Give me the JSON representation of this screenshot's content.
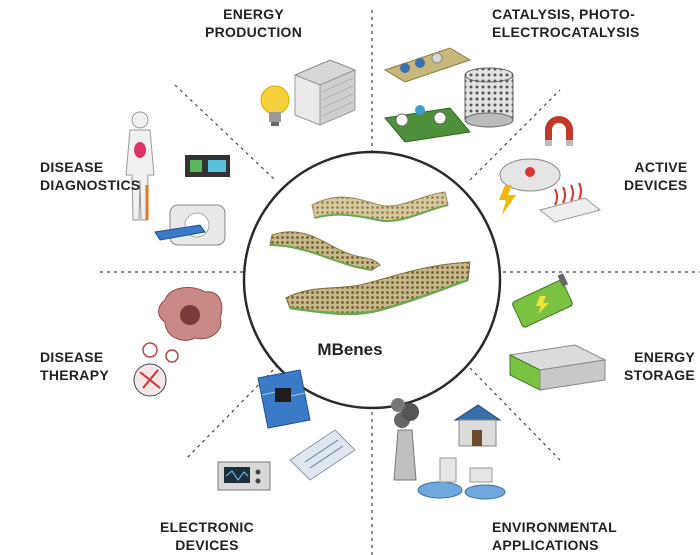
{
  "center": {
    "title": "MBenes"
  },
  "applications": [
    {
      "key": "energy_production",
      "label": "ENERGY\nPRODUCTION"
    },
    {
      "key": "catalysis",
      "label": "CATALYSIS, PHOTO-\nELECTROCATALYSIS"
    },
    {
      "key": "active_devices",
      "label": "ACTIVE\nDEVICES"
    },
    {
      "key": "energy_storage",
      "label": "ENERGY\nSTORAGE"
    },
    {
      "key": "environmental",
      "label": "ENVIRONMENTAL\nAPPLICATIONS"
    },
    {
      "key": "electronic_devices",
      "label": "ELECTRONIC\nDEVICES"
    },
    {
      "key": "disease_therapy",
      "label": "DISEASE\nTHERAPY"
    },
    {
      "key": "disease_diagnostics",
      "label": "DISEASE\nDIAGNOSTICS"
    }
  ],
  "icons": [
    "light-bulb-icon",
    "solar-panel-icon",
    "catalyst-sheet-icon",
    "porous-cylinder-icon",
    "magnet-icon",
    "lightning-icon",
    "battery-icon",
    "storage-unit-icon",
    "factory-icon",
    "house-icon",
    "circuit-board-icon",
    "oscilloscope-icon",
    "tumor-cell-icon",
    "nanoparticle-icon",
    "human-body-icon",
    "monitor-stand-icon",
    "mri-scanner-icon",
    "nanosheet-layers-icon"
  ]
}
